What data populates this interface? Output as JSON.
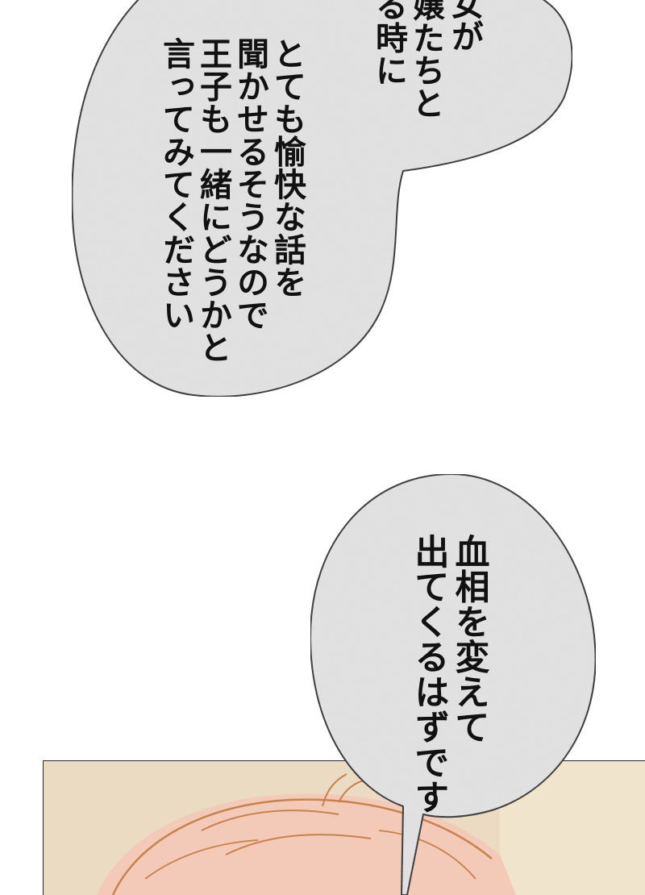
{
  "bubbles": {
    "upper": {
      "lines": [
        "女が",
        "嬢たちと",
        "る時に",
        "とても愉快な話を",
        "聞かせるそうなので",
        "王子も一緒にどうかと",
        "言ってみてください"
      ]
    },
    "lower": {
      "lines": [
        "血相を変えて",
        "出てくるはずです"
      ]
    }
  },
  "colors": {
    "background": "#ffffff",
    "bubble_fill": "#e4e4e4",
    "bubble_outline": "#1a1a1a",
    "text": "#111111",
    "panel_fill": "#efe0c8",
    "panel_border": "#2a2a2a",
    "hair": "#f3c9b8",
    "hair_line": "#c8824e"
  }
}
